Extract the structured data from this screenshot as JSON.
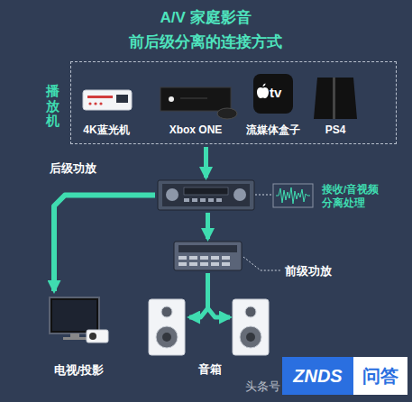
{
  "diagram": {
    "title": "A/V 家庭影音 前后级分离的连接方式",
    "nodes": [
      {
        "text": [
          "播放机"
        ]
      },
      {
        "text": [
          "4K蓝光机"
        ],
        "in": 0
      },
      {
        "text": [
          "Xbox ONE"
        ],
        "in": 0
      },
      {
        "text": [
          "流媒体盒子"
        ],
        "in": 0
      },
      {
        "text": [
          "PS4"
        ],
        "in": 0
      },
      {
        "text": [
          "后级功放"
        ]
      },
      {
        "text": [
          "前级功放"
        ]
      },
      {
        "text": [
          "电视/投影"
        ]
      },
      {
        "text": [
          "音箱"
        ]
      }
    ],
    "edges": [
      {
        "from": 0,
        "to": 5,
        "arrow": "to"
      },
      {
        "from": 5,
        "to": 6,
        "arrow": "to"
      },
      {
        "from": 5,
        "to": 7,
        "arrow": "to"
      },
      {
        "from": 6,
        "to": 8,
        "arrow": "to"
      }
    ],
    "labels": [
      "接收/音视频 分离处理",
      "tv",
      "头条号",
      "ZNDS",
      "问答"
    ]
  }
}
